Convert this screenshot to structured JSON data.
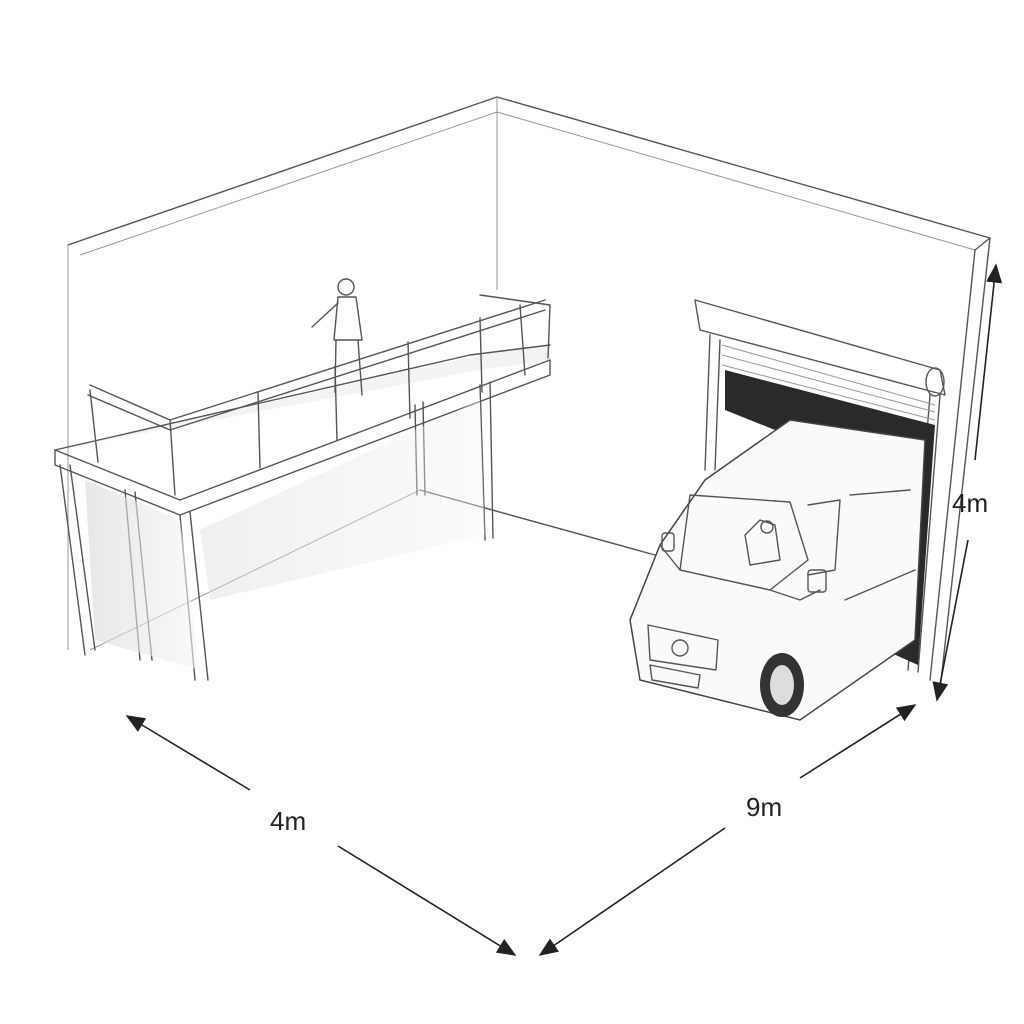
{
  "dimensions": {
    "width_label": "4m",
    "length_label": "9m",
    "height_label": "4m"
  }
}
